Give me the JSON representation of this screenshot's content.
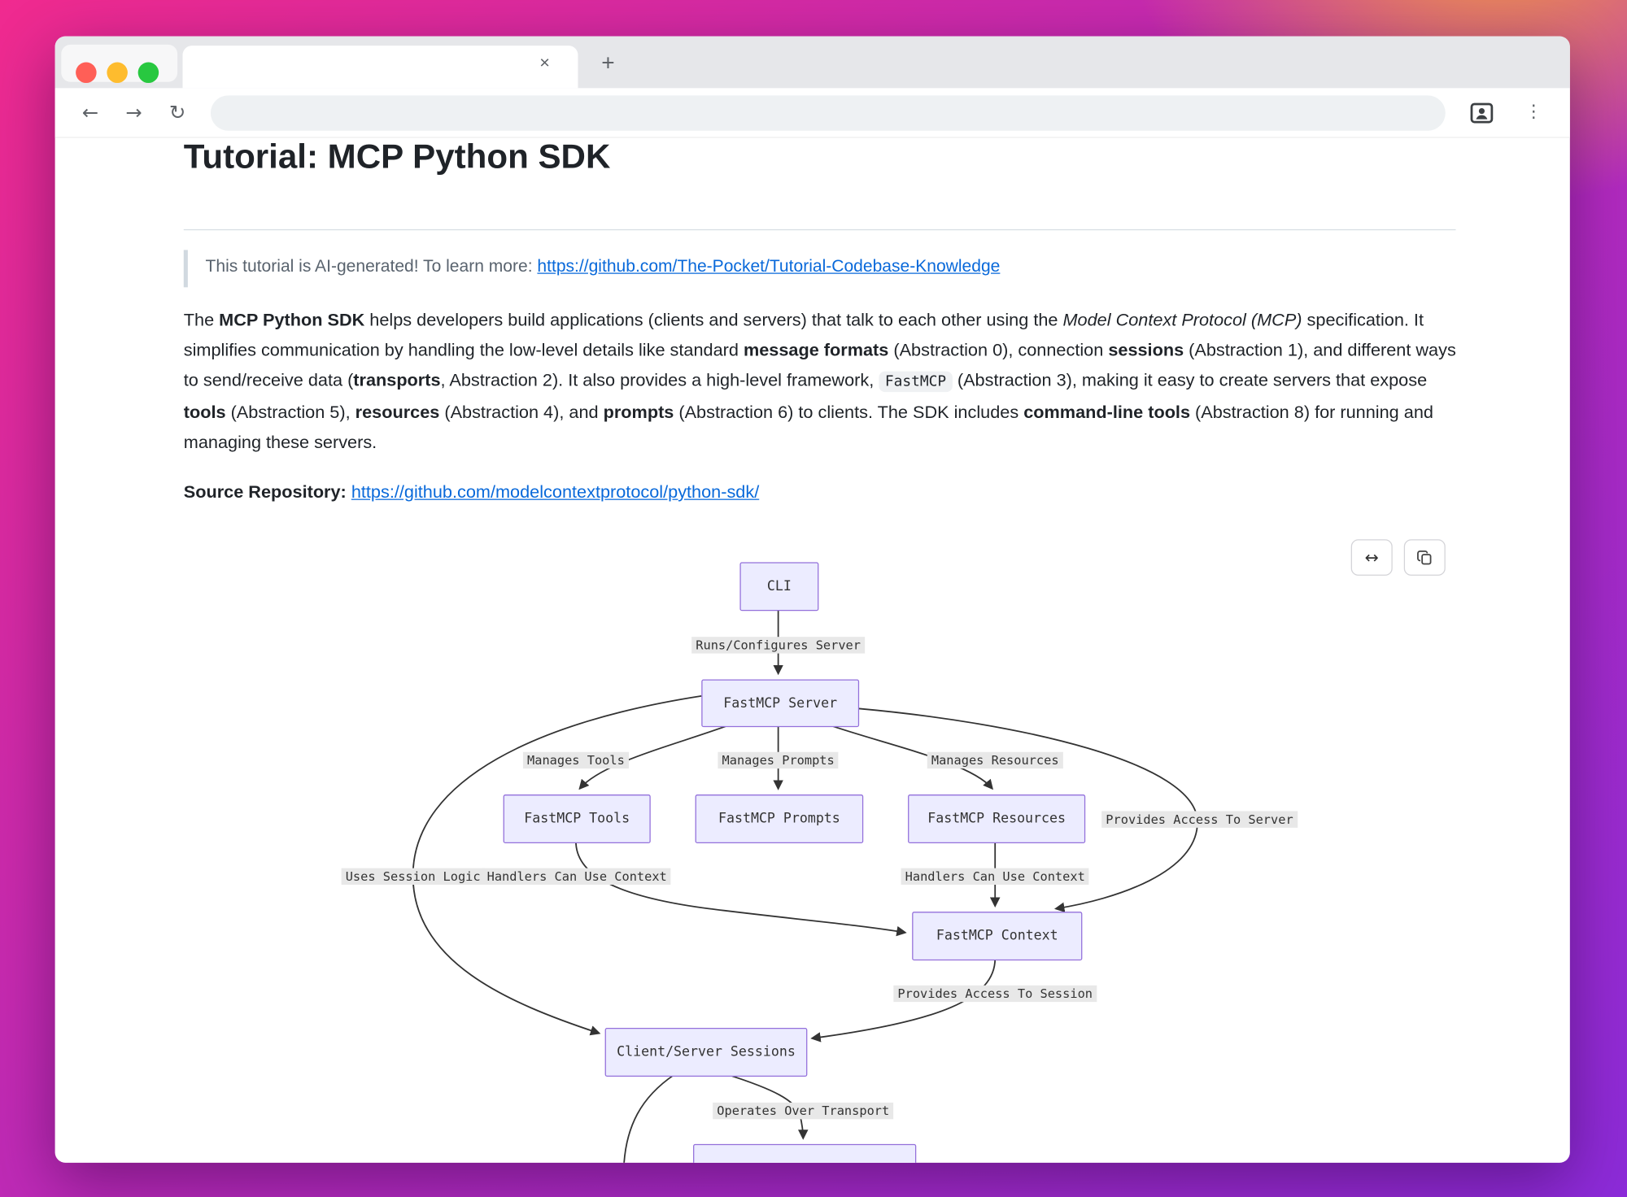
{
  "browser": {
    "icons": {
      "back": "←",
      "forward": "→",
      "reload": "↻",
      "tab_close": "×",
      "new_tab": "+",
      "menu": "⋮",
      "expand": "↔"
    }
  },
  "page": {
    "title": "Tutorial: MCP Python SDK",
    "note": {
      "text": "This tutorial is AI-generated! To learn more: ",
      "link": "https://github.com/The-Pocket/Tutorial-Codebase-Knowledge"
    },
    "intro": [
      {
        "t": "The "
      },
      {
        "t": "MCP Python SDK"
      },
      {
        "t": " helps developers build applications (clients and servers) that talk to each other using the "
      },
      {
        "t": "Model Context Protocol (MCP)"
      },
      {
        "t": " specification. It simplifies communication by handling the low-level details like standard "
      },
      {
        "t": "message formats"
      },
      {
        "t": " (Abstraction 0), connection "
      },
      {
        "t": "sessions"
      },
      {
        "t": " (Abstraction 1), and different ways to send/receive data ("
      },
      {
        "t": "transports"
      },
      {
        "t": ", Abstraction 2). It also provides a high-level framework, "
      },
      {
        "t": "FastMCP"
      },
      {
        "t": " (Abstraction 3), making it easy to create servers that expose "
      },
      {
        "t": "tools"
      },
      {
        "t": " (Abstraction 5), "
      },
      {
        "t": "resources"
      },
      {
        "t": " (Abstraction 4), and "
      },
      {
        "t": "prompts"
      },
      {
        "t": " (Abstraction 6) to clients. The SDK includes "
      },
      {
        "t": "command-line tools"
      },
      {
        "t": " (Abstraction 8) for running and managing these servers."
      }
    ],
    "source": {
      "label": "Source Repository: ",
      "link": "https://github.com/modelcontextprotocol/python-sdk/"
    }
  },
  "diagram": {
    "nodes": {
      "cli": "CLI",
      "server": "FastMCP Server",
      "tools": "FastMCP Tools",
      "prompts": "FastMCP Prompts",
      "resources": "FastMCP Resources",
      "context": "FastMCP Context",
      "sessions": "Client/Server Sessions"
    },
    "edge_labels": {
      "runs": "Runs/Configures Server",
      "manages_tools": "Manages Tools",
      "manages_prompts": "Manages Prompts",
      "manages_resources": "Manages Resources",
      "provides_server": "Provides Access To Server",
      "uses_session": "Uses Session Logic",
      "handlers": "Handlers Can Use Context",
      "provides_session": "Provides Access To Session",
      "operates": "Operates Over Transport"
    }
  }
}
